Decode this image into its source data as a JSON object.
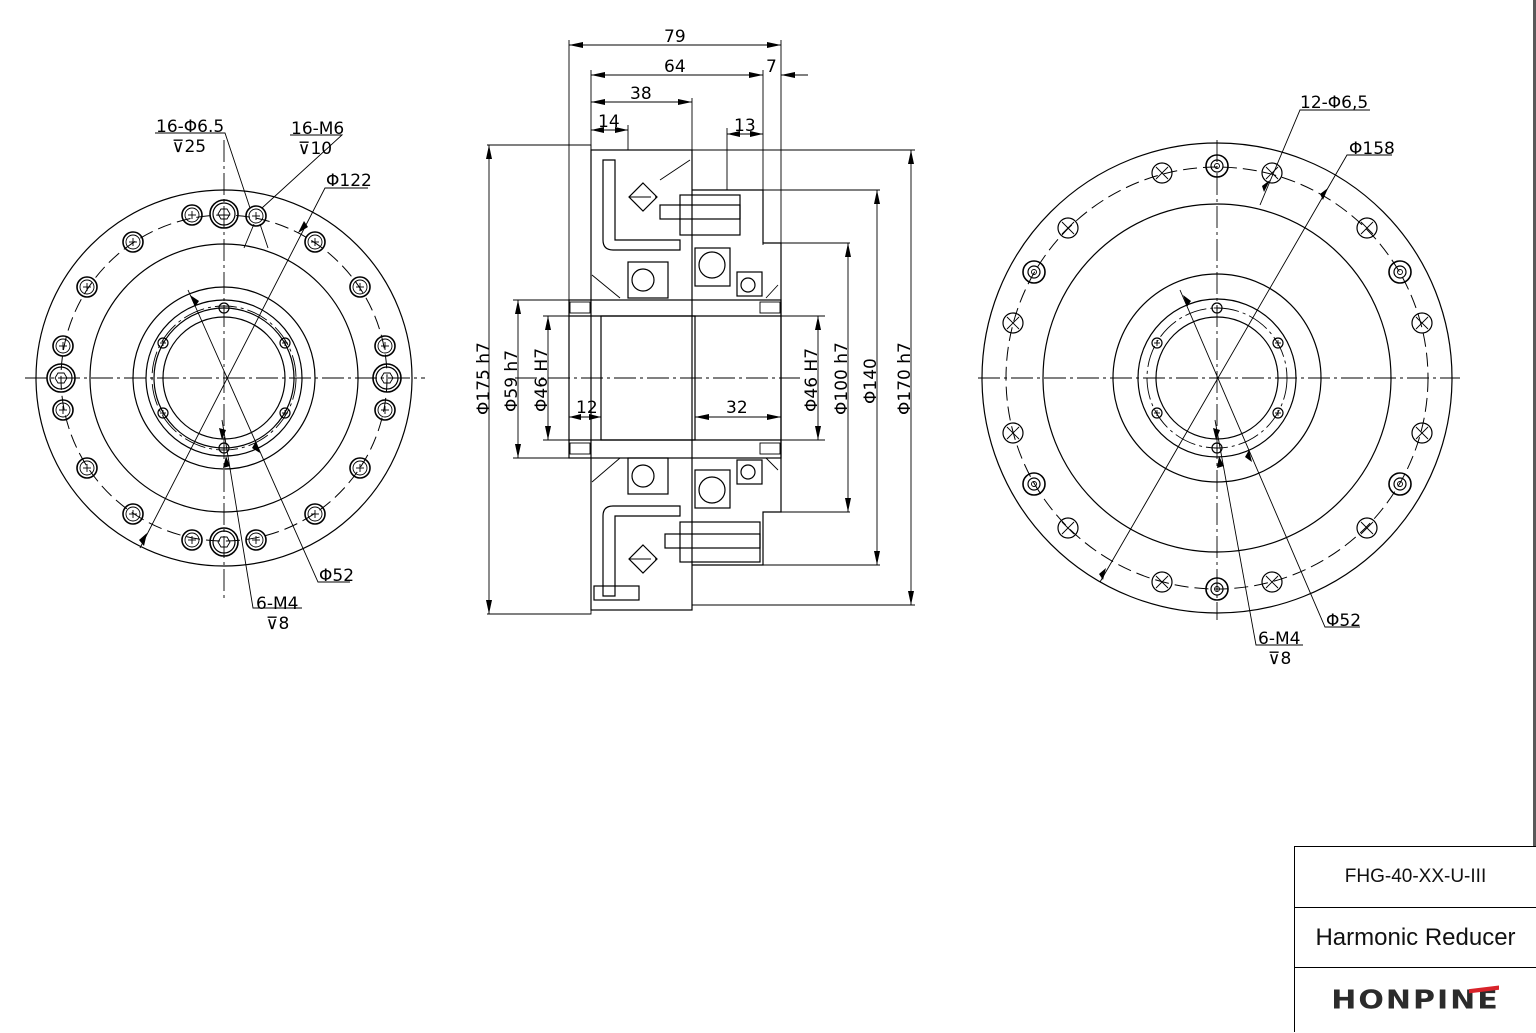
{
  "drawing": {
    "type": "engineering-outline-drawing",
    "views": [
      "front-input-side",
      "section",
      "rear-output-side"
    ]
  },
  "left_view": {
    "labels": {
      "through_holes": "16-Φ6.5",
      "through_holes_depth": "⊽25",
      "tapped_holes": "16-M6",
      "tapped_holes_depth": "⊽10",
      "pcd_outer": "Φ122",
      "pcd_inner": "Φ52",
      "inner_tapped": "6-M4",
      "inner_tapped_depth": "⊽8"
    }
  },
  "section_view": {
    "top_dims": {
      "overall_length": "79",
      "body_length": "64",
      "flange_offset": "7",
      "inner_length": "38",
      "left_step": "14",
      "right_step": "13"
    },
    "bore_dims": {
      "left_recess": "12",
      "right_recess": "32"
    },
    "left_diameters": [
      "Φ175 h7",
      "Φ59 h7",
      "Φ46 H7"
    ],
    "right_diameters": [
      "Φ46 H7",
      "Φ100 h7",
      "Φ140",
      "Φ170 h7"
    ]
  },
  "right_view": {
    "labels": {
      "through_holes": "12-Φ6,5",
      "pcd_outer": "Φ158",
      "pcd_inner": "Φ52",
      "inner_tapped": "6-M4",
      "inner_tapped_depth": "⊽8"
    }
  },
  "title_block": {
    "model": "FHG-40-XX-U-III",
    "product_name": "Harmonic Reducer",
    "brand": "HONPINE",
    "brand_accent_color": "#d8232a",
    "brand_text_color": "#2b2b2b"
  }
}
